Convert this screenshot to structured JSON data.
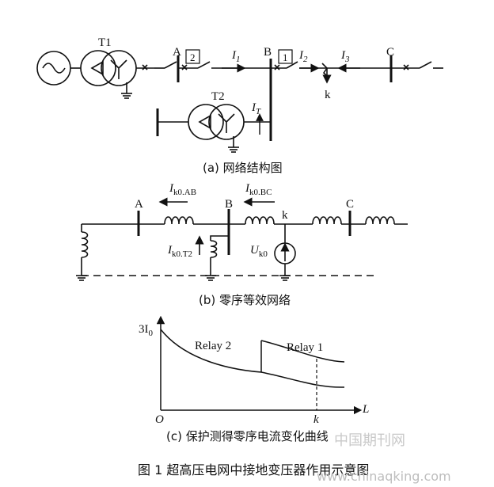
{
  "panel_a": {
    "labels": {
      "T1": "T1",
      "T2": "T2",
      "A": "A",
      "B": "B",
      "C": "C",
      "box2": "2",
      "box1": "1",
      "I1": "I",
      "I1_sub": "1",
      "I2": "I",
      "I2_sub": "2",
      "I3": "I",
      "I3_sub": "3",
      "IT": "I",
      "IT_sub": "T",
      "k": "k"
    },
    "caption": "(a) 网络结构图"
  },
  "panel_b": {
    "labels": {
      "A": "A",
      "B": "B",
      "C": "C",
      "k": "k",
      "Ik0AB": "I",
      "Ik0AB_sub": "k0.AB",
      "Ik0BC": "I",
      "Ik0BC_sub": "k0.BC",
      "Ik0T2": "I",
      "Ik0T2_sub": "k0.T2",
      "Uk0": "U",
      "Uk0_sub": "k0"
    },
    "caption": "(b) 零序等效网络"
  },
  "panel_c": {
    "y_axis": "3I",
    "y_axis_sub": "0",
    "x_axis": "L",
    "origin": "O",
    "k_tick": "k",
    "relay2": "Relay 2",
    "relay1": "Relay 1",
    "caption": "(c) 保护测得零序电流变化曲线"
  },
  "figure_caption": "图 1 超高压电网中接地变压器作用示意图",
  "watermark": {
    "cn": "中国期刊网",
    "url": "www.chinaqking.com"
  }
}
